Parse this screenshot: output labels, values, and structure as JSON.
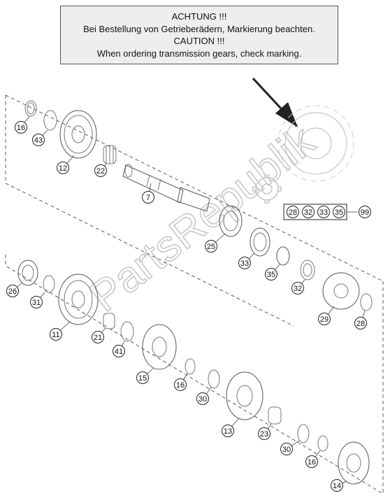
{
  "notice": {
    "line1": "ACHTUNG !!!",
    "line2": "Bei Bestellung von Getrieberädern, Markierung beachten.",
    "line3": "CAUTION !!!",
    "line4": "When ordering transmission gears, check marking."
  },
  "watermark": "PartsRepublik",
  "kit": {
    "items": [
      "28",
      "32",
      "33",
      "35"
    ],
    "result": "99"
  },
  "callouts": [
    "16",
    "43",
    "12",
    "22",
    "7",
    "25",
    "33",
    "35",
    "32",
    "29",
    "28",
    "26",
    "31",
    "11",
    "21",
    "41",
    "15",
    "16",
    "30",
    "13",
    "23",
    "30",
    "16",
    "14"
  ]
}
